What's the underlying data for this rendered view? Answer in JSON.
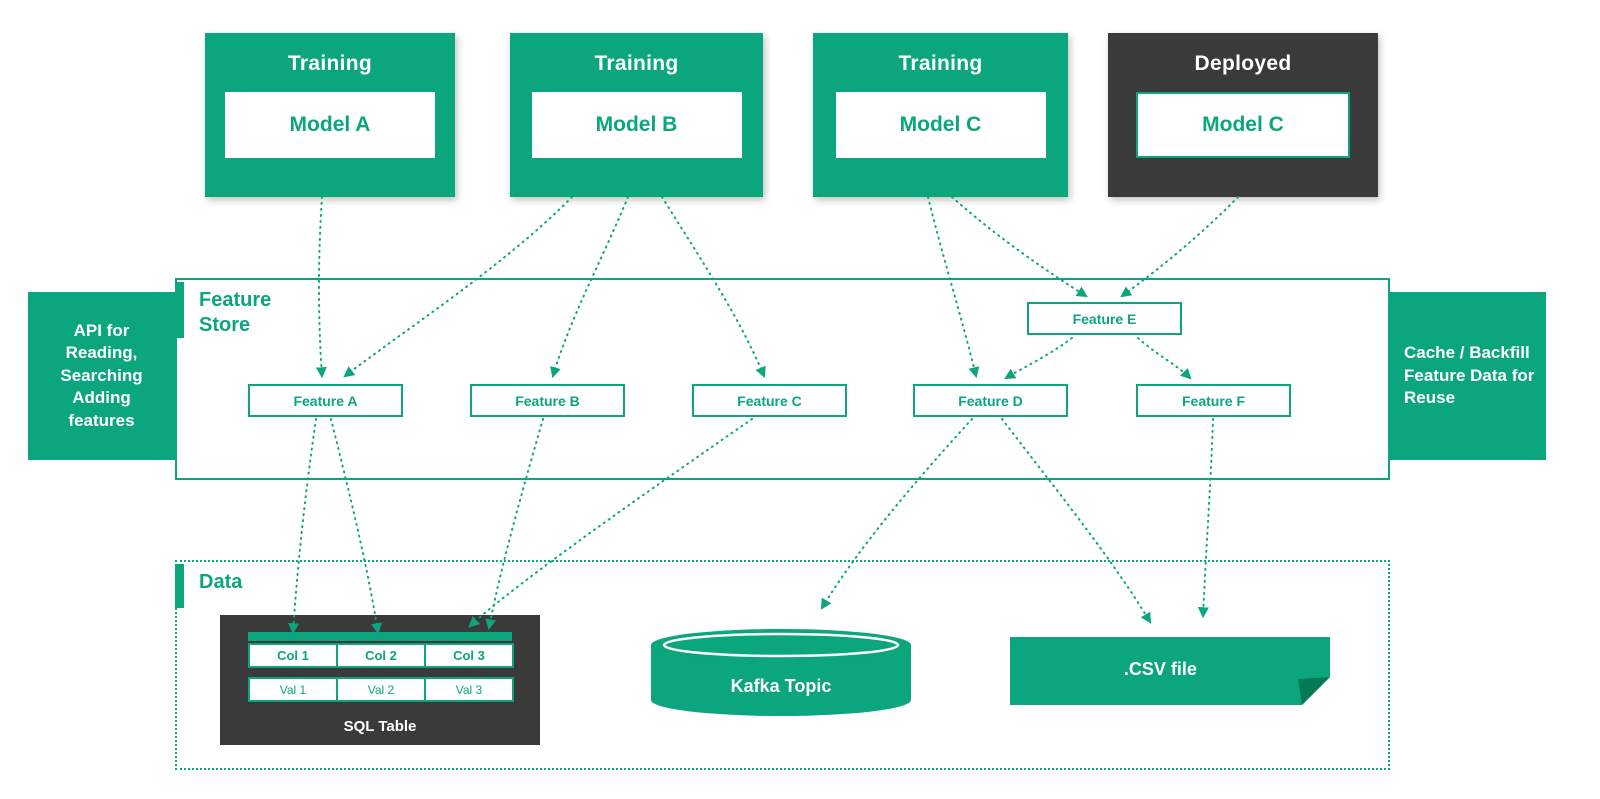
{
  "colors": {
    "green": "#0ba57e",
    "dark": "#3a3a3a",
    "fold_green": "#067a58",
    "white": "#ffffff"
  },
  "models": [
    {
      "title": "Training",
      "model": "Model A",
      "variant": "green"
    },
    {
      "title": "Training",
      "model": "Model B",
      "variant": "green"
    },
    {
      "title": "Training",
      "model": "Model C",
      "variant": "green"
    },
    {
      "title": "Deployed",
      "model": "Model C",
      "variant": "dark"
    }
  ],
  "feature_store": {
    "label": "Feature Store",
    "left_tab": "API for Reading, Searching Adding features",
    "right_tab": "Cache / Backfill Feature Data for Reuse",
    "features": [
      "Feature A",
      "Feature B",
      "Feature C",
      "Feature D",
      "Feature F"
    ],
    "feature_e": "Feature E"
  },
  "data_section": {
    "label": "Data",
    "sql_table": {
      "caption": "SQL Table",
      "columns": [
        "Col 1",
        "Col 2",
        "Col 3"
      ],
      "values": [
        "Val 1",
        "Val 2",
        "Val 3"
      ]
    },
    "kafka": "Kafka Topic",
    "csv": ".CSV file"
  },
  "edges": [
    {
      "from": "Model A",
      "to": "Feature A"
    },
    {
      "from": "Model B",
      "to": "Feature A"
    },
    {
      "from": "Model B",
      "to": "Feature B"
    },
    {
      "from": "Model B",
      "to": "Feature C"
    },
    {
      "from": "Model C",
      "to": "Feature D"
    },
    {
      "from": "Model C",
      "to": "Feature E"
    },
    {
      "from": "Deployed Model C",
      "to": "Feature E"
    },
    {
      "from": "Feature E",
      "to": "Feature D"
    },
    {
      "from": "Feature E",
      "to": "Feature F"
    },
    {
      "from": "Feature A",
      "to": "SQL Col 1"
    },
    {
      "from": "Feature A",
      "to": "SQL Col 2"
    },
    {
      "from": "Feature B",
      "to": "SQL Col 3"
    },
    {
      "from": "Feature C",
      "to": "SQL Col 3"
    },
    {
      "from": "Feature D",
      "to": "Kafka Topic"
    },
    {
      "from": "Feature D",
      "to": ".CSV file"
    },
    {
      "from": "Feature F",
      "to": ".CSV file"
    }
  ]
}
